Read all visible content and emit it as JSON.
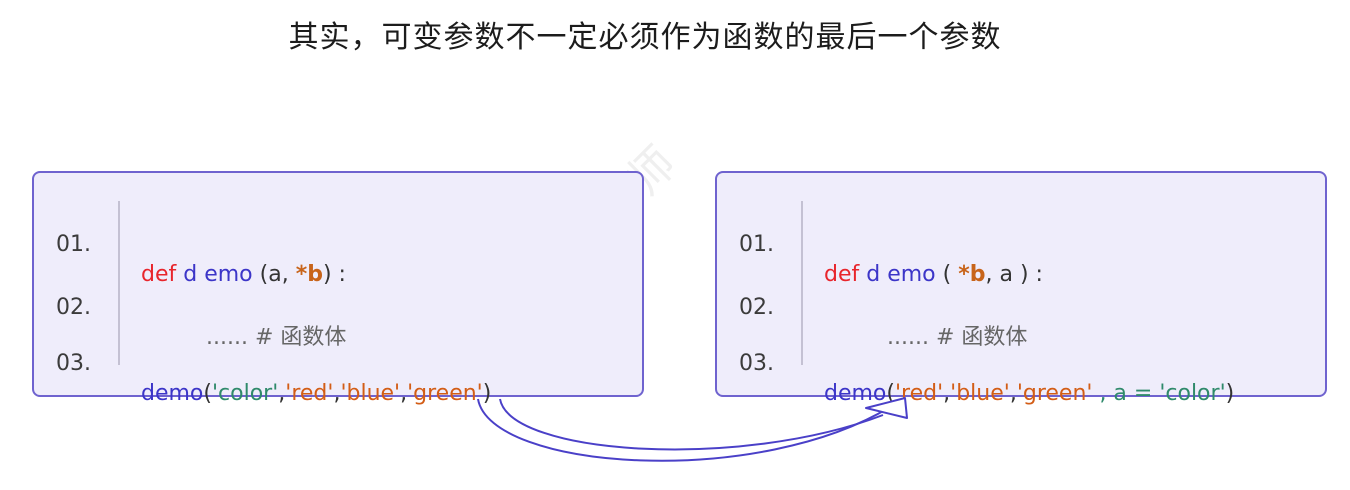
{
  "title": "其实，可变参数不一定必须作为函数的最后一个参数",
  "watermark": "码老师",
  "left_box": {
    "line1": {
      "num": "01.",
      "def": "def",
      "name": "d emo",
      "open": " (a, ",
      "star": "*b",
      "close": ") :"
    },
    "line2": {
      "num": "02.",
      "comment": "...... # 函数体"
    },
    "line3": {
      "num": "03.",
      "fn": "demo",
      "p1": "(",
      "s1": "'color'",
      "c1": ",",
      "s2": "'red'",
      "c2": ",",
      "s3": "'blue'",
      "c3": ",",
      "s4": "'green'",
      "p2": ")"
    }
  },
  "right_box": {
    "line1": {
      "num": "01.",
      "def": "def",
      "name": "d emo",
      "open": " ( ",
      "star": "*b",
      "close": ", a ) :"
    },
    "line2": {
      "num": "02.",
      "comment": "...... # 函数体"
    },
    "line3": {
      "num": "03.",
      "fn": "demo",
      "p1": "(",
      "s1": "'red'",
      "c1": ",",
      "s2": "'blue'",
      "c2": ",",
      "s3": "'green'",
      "kw": " , a = ",
      "s4": "'color'",
      "p2": ")"
    }
  },
  "colors": {
    "border": "#6f63cf",
    "fill": "#efedfb",
    "keyword": "#e8252c",
    "function": "#3c35c8",
    "string": "#d35d16",
    "arrow": "#4a40c8"
  }
}
